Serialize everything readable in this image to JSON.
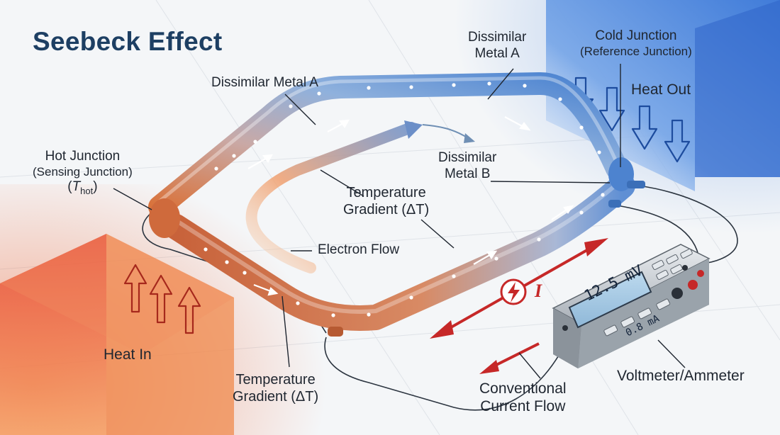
{
  "title": "Seebeck Effect",
  "labels": {
    "metal_a_top": "Dissimilar Metal A",
    "metal_a_right_line1": "Dissimilar",
    "metal_a_right_line2": "Metal A",
    "metal_b_line1": "Dissimilar",
    "metal_b_line2": "Metal B",
    "cold_junction": "Cold Junction",
    "cold_junction_sub": "(Reference Junction)",
    "heat_out": "Heat Out",
    "hot_junction": "Hot Junction",
    "hot_junction_sub": "(Sensing Junction)",
    "t_hot_open": "(",
    "t_hot_T": "T",
    "t_hot_sub": "hot",
    "t_hot_close": ")",
    "temp_gradient_center_line1": "Temperature",
    "temp_gradient_center_line2": "Gradient (ΔT)",
    "electron_flow": "Electron Flow",
    "heat_in": "Heat In",
    "temp_gradient_bottom_line1": "Temperature",
    "temp_gradient_bottom_line2": "Gradient (ΔT)",
    "current_symbol": "I",
    "conventional_line1": "Conventional",
    "conventional_line2": "Current Flow",
    "voltmeter": "Voltmeter/Ammeter"
  },
  "meter": {
    "voltage": "12.5 mV",
    "current": "0.8 mA"
  },
  "colors": {
    "title": "#1d3f63",
    "hot": "#e8492e",
    "cold": "#2f6fd1",
    "current_arrow": "#c62828",
    "electron_arrow": "#6f8fb4"
  }
}
